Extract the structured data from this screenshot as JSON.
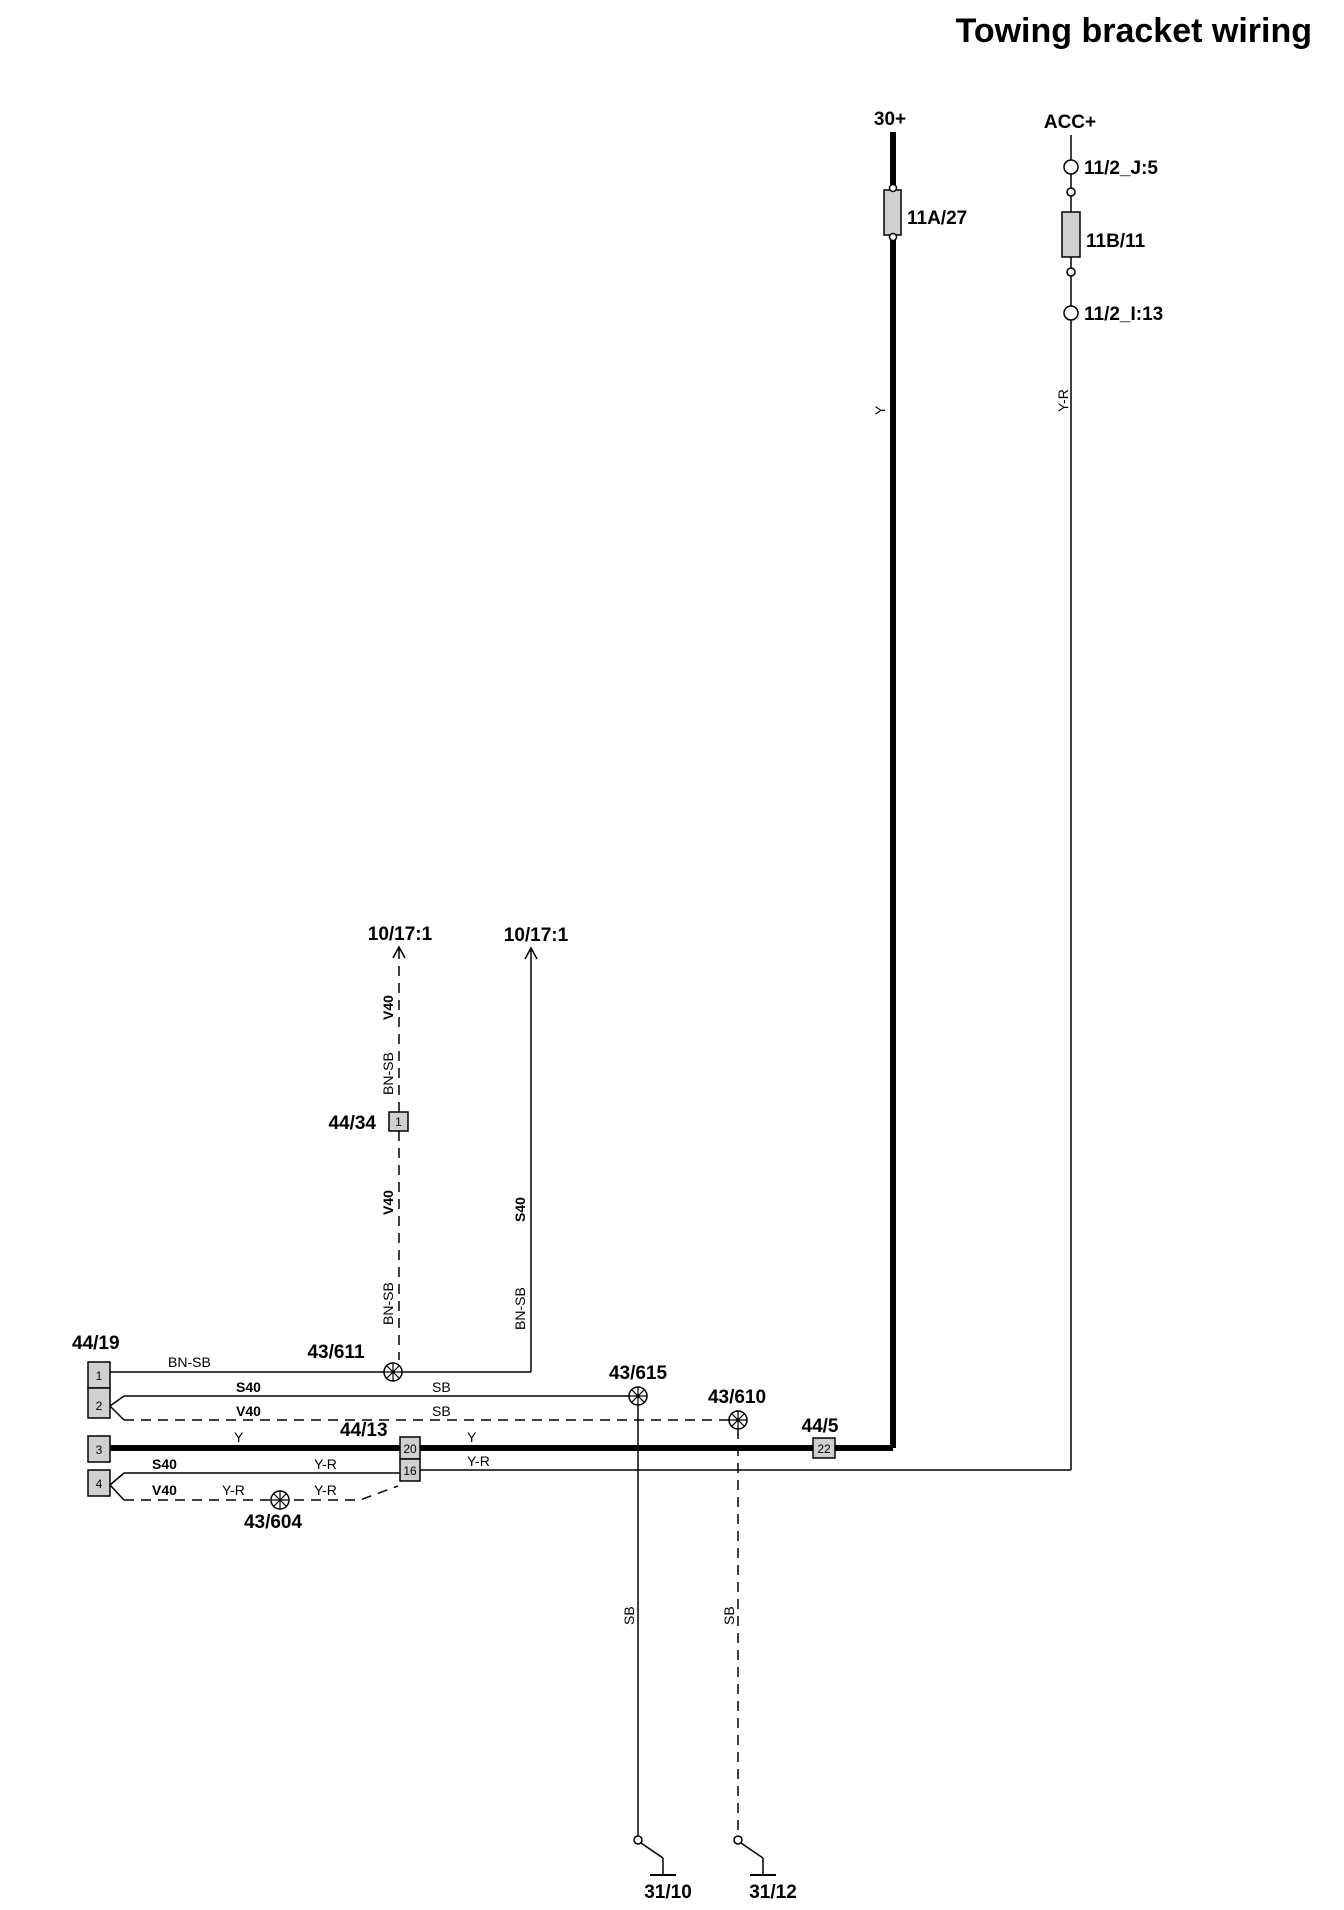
{
  "title": "Towing bracket wiring",
  "supplies": {
    "b30": "30+",
    "acc": "ACC+"
  },
  "fuses": {
    "f1": "11A/27",
    "f2": "11B/11"
  },
  "terminals": {
    "acc_in": "11/2_J:5",
    "acc_out": "11/2_I:13"
  },
  "destinations": {
    "left": "10/17:1",
    "right": "10/17:1"
  },
  "connectors": {
    "c1": "44/19",
    "c1_pins": [
      "1",
      "2",
      "3",
      "4"
    ],
    "c2": "44/34",
    "c2_pin": "1",
    "c3": "44/13",
    "c3_pins": [
      "20",
      "16"
    ],
    "c4": "44/5",
    "c4_pin": "22"
  },
  "splices": {
    "s611": "43/611",
    "s615": "43/615",
    "s610": "43/610",
    "s604": "43/604"
  },
  "grounds": {
    "g1": "31/10",
    "g2": "31/12"
  },
  "wire_colors": {
    "y": "Y",
    "yr": "Y-R",
    "bnsb": "BN-SB",
    "sb": "SB"
  },
  "variants": {
    "s40": "S40",
    "v40": "V40"
  }
}
